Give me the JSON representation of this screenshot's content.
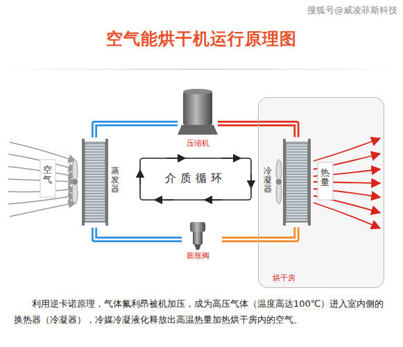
{
  "diagram": {
    "title": "空气能烘干机运行原理图",
    "caption": "利用逆卡诺原理，气体氟利昂被机加压，成为高压气体（温度高达100℃）进入室内侧的换热器（冷凝器），冷媒冷凝液化释放出高温热量加热烘干房内的空气。",
    "nodes": [
      {
        "text": [
          "压缩机"
        ]
      },
      {
        "text": [
          "蒸发器"
        ]
      },
      {
        "text": [
          "介质循环"
        ]
      },
      {
        "text": [
          "烘干房"
        ]
      },
      {
        "text": [
          "冷凝器"
        ],
        "in": 3
      },
      {
        "text": [
          "膨胀阀"
        ]
      }
    ],
    "edges": [
      {
        "from": 1,
        "to": 0,
        "arrow": "none"
      },
      {
        "from": 0,
        "to": 4,
        "arrow": "none"
      },
      {
        "from": 4,
        "to": 5,
        "arrow": "none"
      },
      {
        "from": 5,
        "to": 1,
        "arrow": "none"
      }
    ],
    "labels": [
      "空气",
      "热量",
      "搜狐号@威凌菲斯科技"
    ]
  }
}
